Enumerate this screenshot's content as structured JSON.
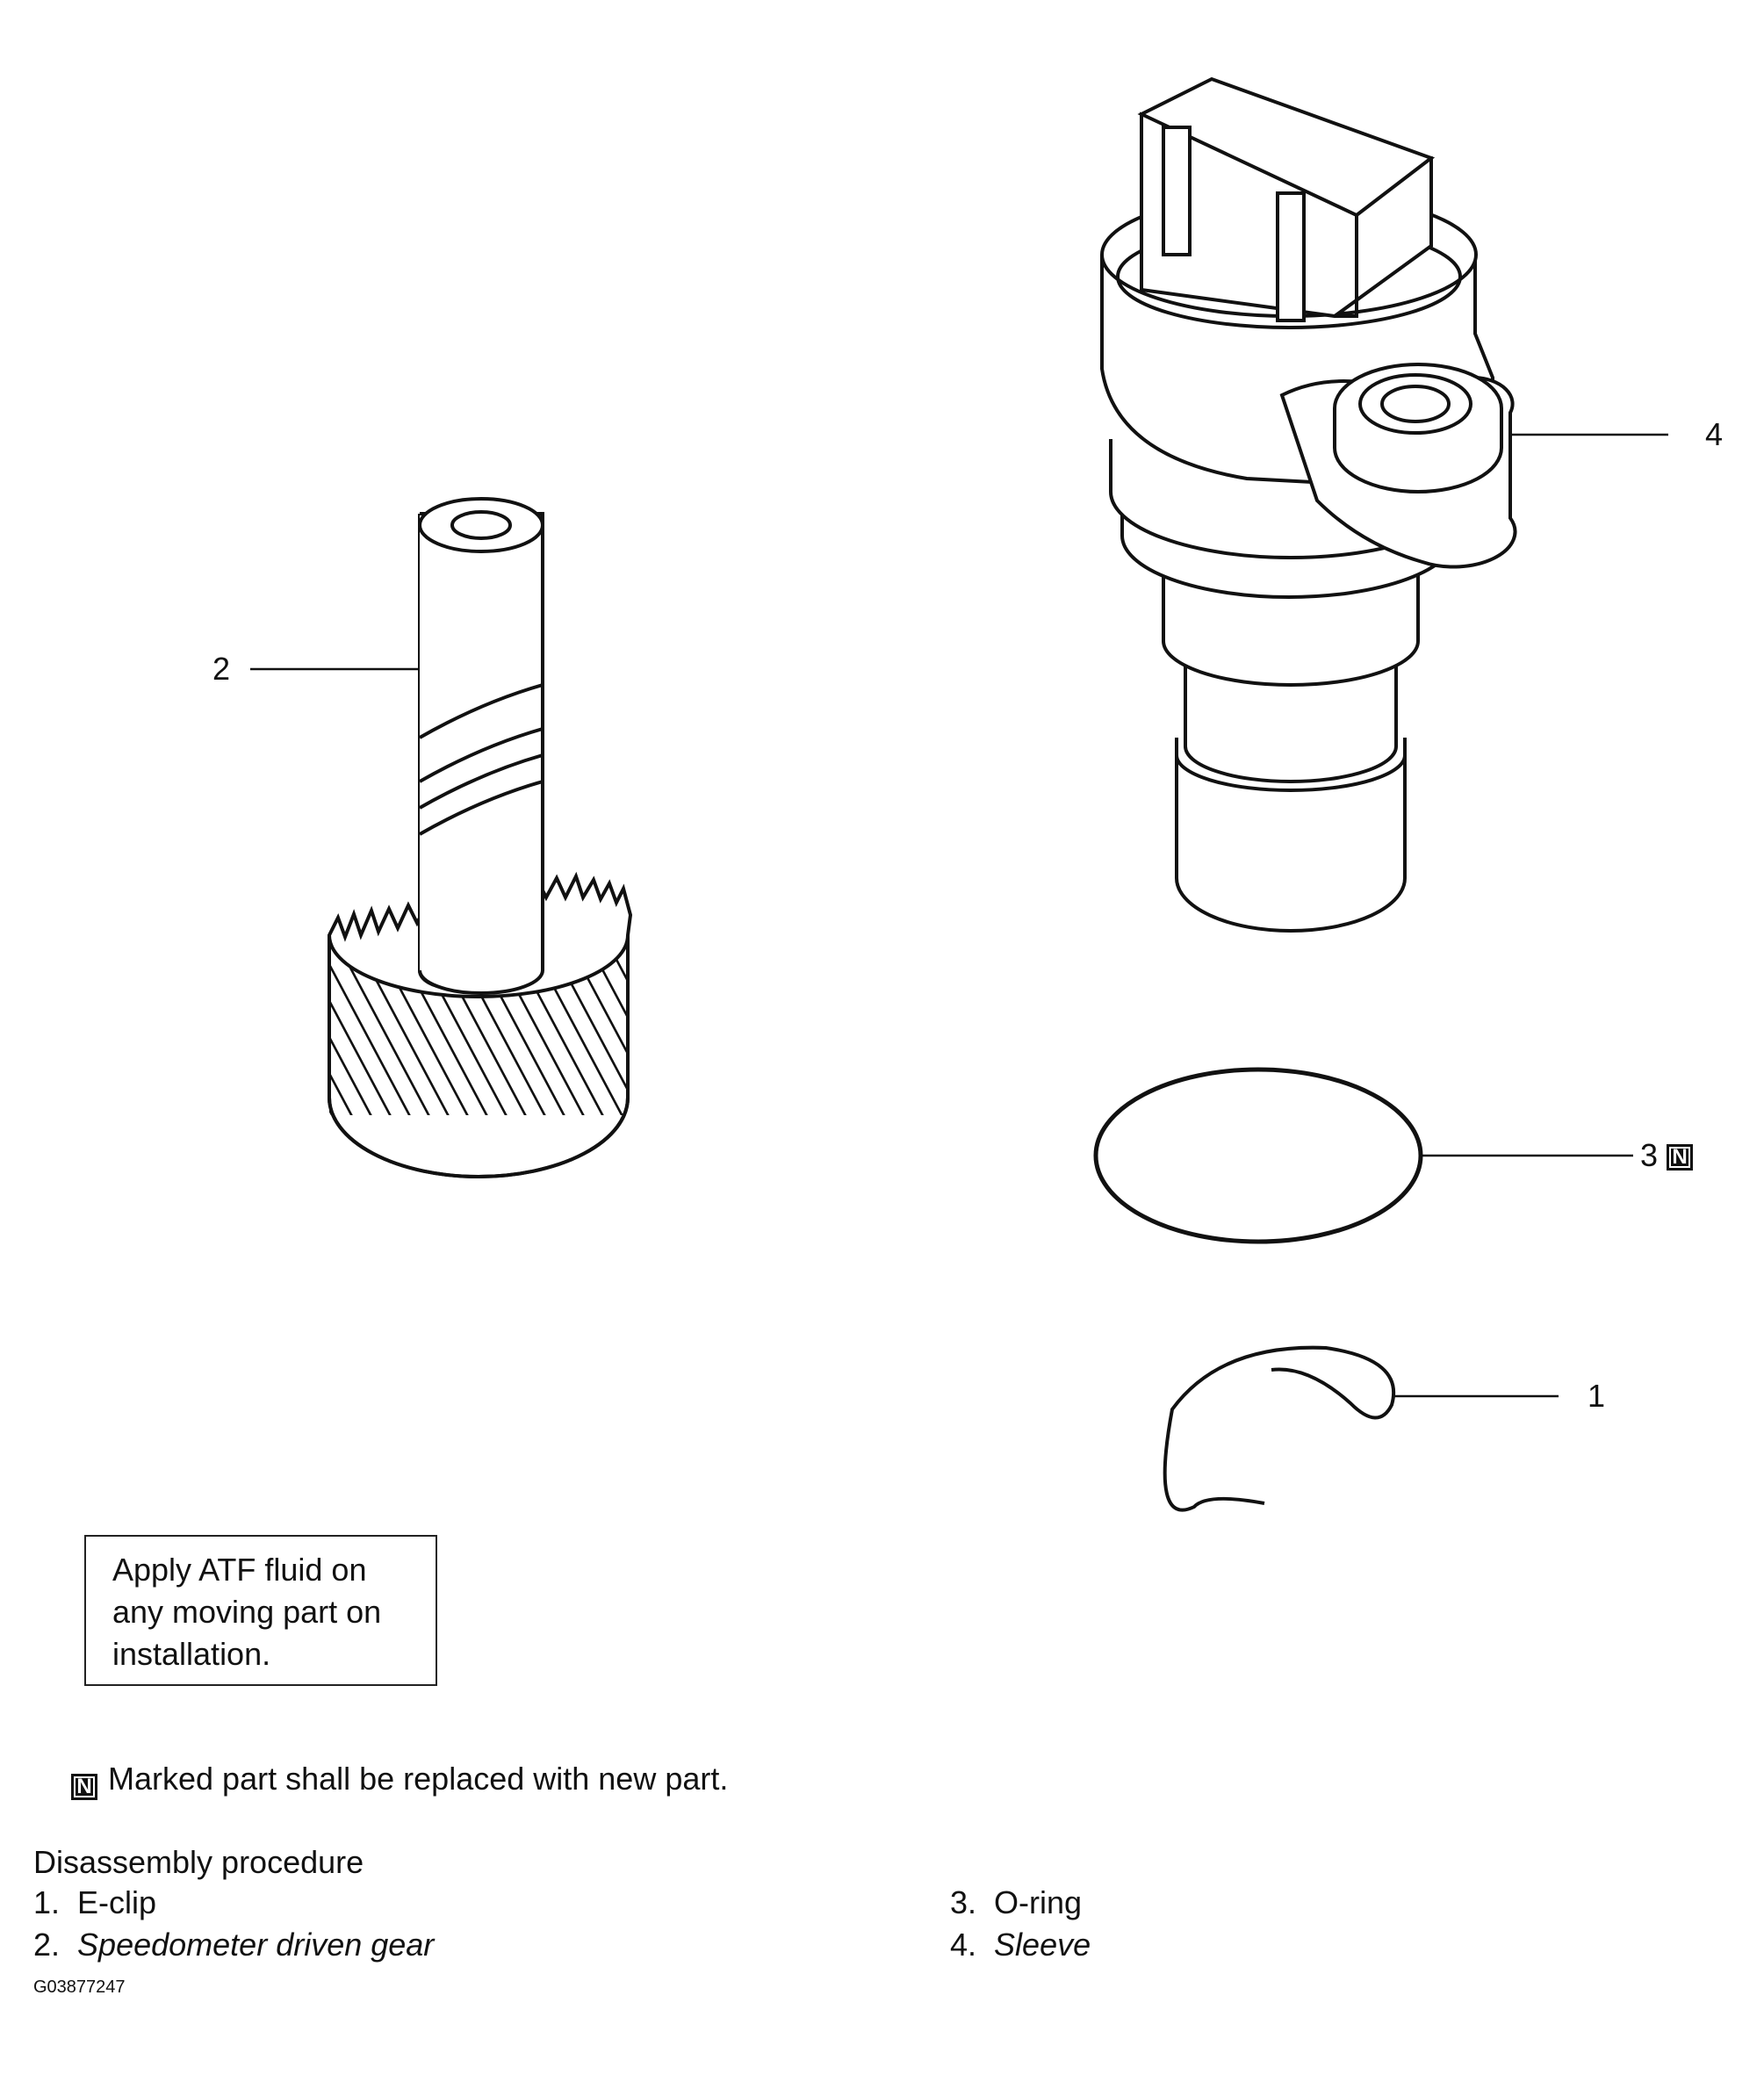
{
  "callouts": {
    "c1": "1",
    "c2": "2",
    "c3": "3",
    "c4": "4"
  },
  "new_part_badge": "N",
  "note": "Apply ATF fluid on any moving part on installation.",
  "legend": "Marked part shall be replaced with new part.",
  "procedure": {
    "title": "Disassembly procedure",
    "steps": [
      {
        "num": "1.",
        "label": "E-clip"
      },
      {
        "num": "2.",
        "label": "Speedometer driven gear"
      },
      {
        "num": "3.",
        "label": "O-ring"
      },
      {
        "num": "4.",
        "label": "Sleeve"
      }
    ]
  },
  "figure_id": "G03877247"
}
